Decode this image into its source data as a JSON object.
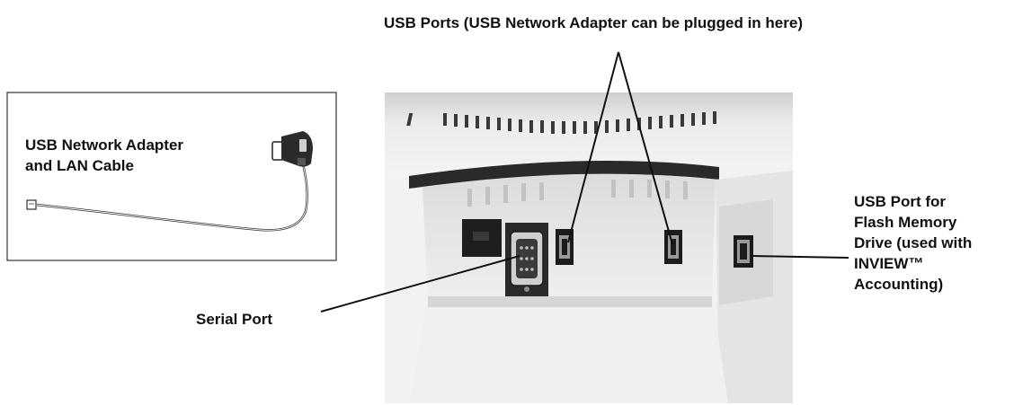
{
  "labels": {
    "usb_ports": "USB Ports (USB Network Adapter can be plugged in here)",
    "adapter_line1": "USB Network Adapter",
    "adapter_line2": "and LAN Cable",
    "flash_line1": "USB Port for",
    "flash_line2": "Flash Memory",
    "flash_line3": "Drive (used with",
    "flash_line4": "INVIEW™",
    "flash_line5": "Accounting)",
    "serial_port": "Serial Port"
  },
  "colors": {
    "line": "#111111",
    "device_light": "#e6e6e6",
    "device_mid": "#cfcfcf",
    "device_dark": "#8a8a8a",
    "port_black": "#1a1a1a"
  },
  "icons": [
    "usb-network-adapter-icon",
    "lan-cable-icon",
    "serial-port-icon",
    "usb-port-icon"
  ]
}
